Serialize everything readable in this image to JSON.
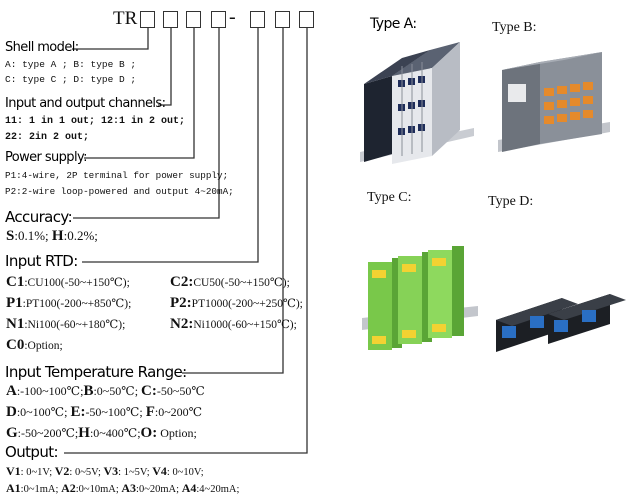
{
  "model": {
    "prefix": "TR",
    "dash": "-"
  },
  "shell": {
    "title": "Shell model:",
    "line1": "A: type A ; B: type B ;",
    "line2": "C: type C ; D: type D ;"
  },
  "channels": {
    "title": "Input and output channels:",
    "line1": "11: 1 in 1 out; 12:1 in 2 out;",
    "line2": "22: 2in 2 out;"
  },
  "power": {
    "title": "Power supply:",
    "line1": "P1:4-wire, 2P terminal for power supply;",
    "line2": "P2:2-wire loop-powered and output 4~20mA;"
  },
  "accuracy": {
    "title": "Accuracy:",
    "s_code": "S",
    "s_val": ":0.1%;",
    "h_code": "H",
    "h_val": ":0.2%;"
  },
  "rtd": {
    "title": "Input RTD:",
    "c1": "C1",
    "c1_val": ":CU100(-50~+150℃);",
    "c2": "C2:",
    "c2_val": "CU50(-50~+150℃);",
    "p1": "P1",
    "p1_val": ":PT100(-200~+850℃);",
    "p2": "P2:",
    "p2_val": "PT1000(-200~+250℃);",
    "n1": "N1",
    "n1_val": ":Ni100(-60~+180℃);",
    "n2": "N2:",
    "n2_val": "Ni1000(-60~+150℃);",
    "c0": "C0",
    "c0_val": ":Option;"
  },
  "temp": {
    "title": "Input Temperature Range:",
    "a": "A",
    "a_val": ":-100~100℃;",
    "b": "B",
    "b_val": ":0~50℃;",
    "c": "C:",
    "c_val": "-50~50℃",
    "d": "D",
    "d_val": ":0~100℃;",
    "e": "E:",
    "e_val": "-50~100℃;",
    "f": "F",
    "f_val": ":0~200℃",
    "g": "G",
    "g_val": ":-50~200℃;",
    "h": "H",
    "h_val": ":0~400℃;",
    "o": "O:",
    "o_val": "Option;"
  },
  "output": {
    "title": "Output:",
    "v1": "V1",
    "v1_val": ": 0~1V;",
    "v2": "V2",
    "v2_val": ": 0~5V;",
    "v3": "V3",
    "v3_val": ": 1~5V;",
    "v4": "V4",
    "v4_val": ": 0~10V;",
    "a1": "A1",
    "a1_val": ":0~1mA;",
    "a2": "A2",
    "a2_val": ":0~10mA;",
    "a3": "A3",
    "a3_val": ":0~20mA;",
    "a4": "A4",
    "a4_val": ":4~20mA;"
  },
  "types": {
    "a": "Type A:",
    "b": "Type B:",
    "c": "Type C:",
    "d": "Type D:"
  }
}
